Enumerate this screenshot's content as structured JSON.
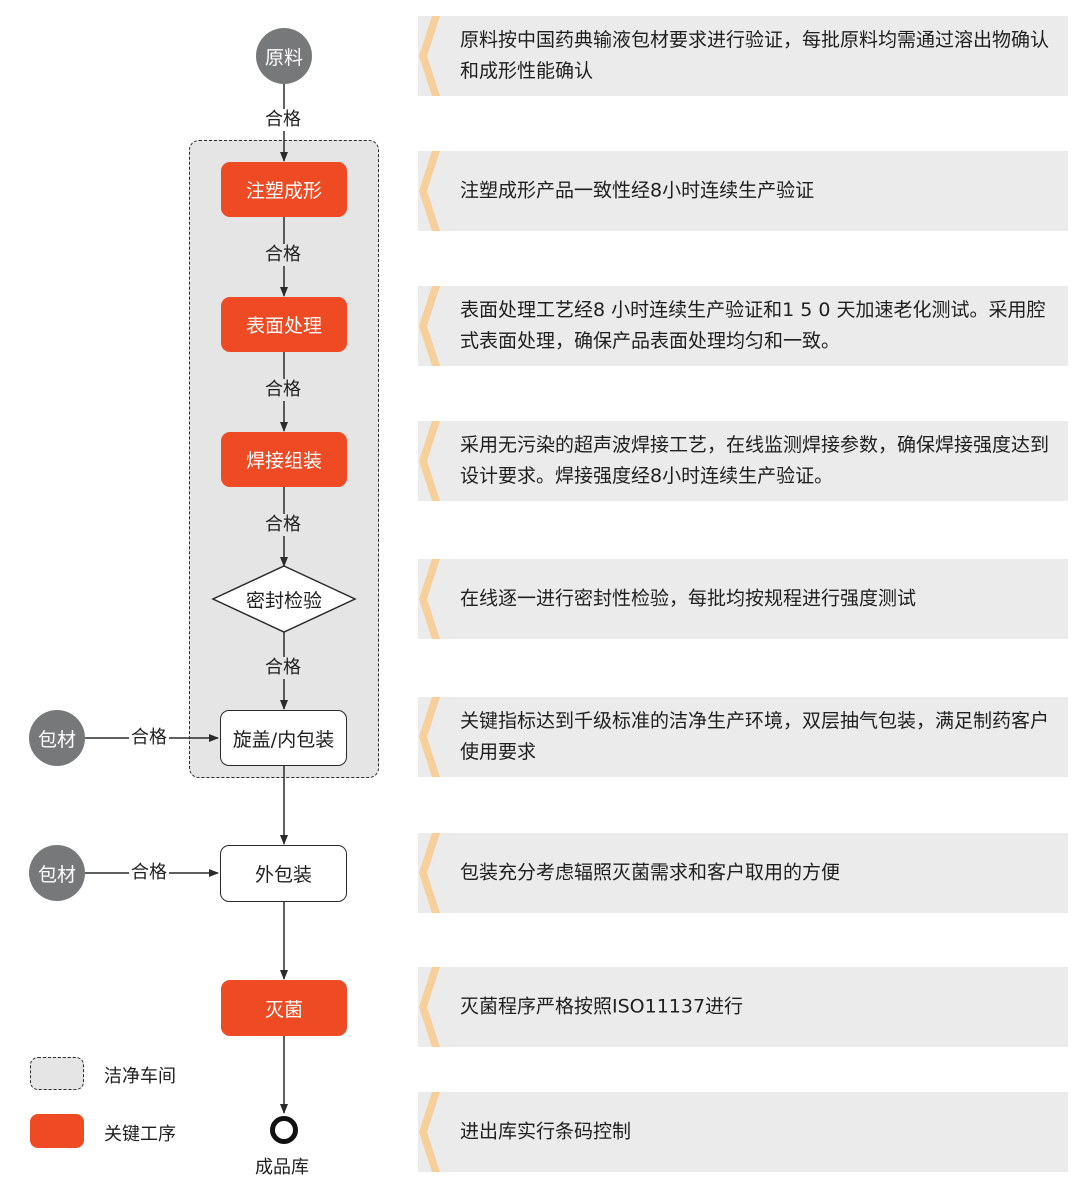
{
  "flow": {
    "raw_material": "原料",
    "qualified": "合格",
    "injection_molding": "注塑成形",
    "surface_treatment": "表面处理",
    "welding_assembly": "焊接组装",
    "seal_inspection": "密封检验",
    "capping_inner_packaging": "旋盖/内包装",
    "outer_packaging": "外包装",
    "sterilization": "灭菌",
    "packaging_material": "包材",
    "finished_warehouse": "成品库"
  },
  "notes": [
    "原料按中国药典输液包材要求进行验证，每批原料均需通过溶出物确认和成形性能确认",
    "注塑成形产品一致性经8小时连续生产验证",
    "表面处理工艺经8 小时连续生产验证和1 5 0 天加速老化测试。采用腔式表面处理，确保产品表面处理均匀和一致。",
    "采用无污染的超声波焊接工艺，在线监测焊接参数，确保焊接强度达到设计要求。焊接强度经8小时连续生产验证。",
    "在线逐一进行密封性检验，每批均按规程进行强度测试",
    "关键指标达到千级标准的洁净生产环境，双层抽气包装，满足制药客户使用要求",
    "包装充分考虑辐照灭菌需求和客户取用的方便",
    "灭菌程序严格按照ISO11137进行",
    "进出库实行条码控制"
  ],
  "legend": {
    "clean_room": "洁净车间",
    "key_process": "关键工序"
  },
  "colors": {
    "key_process": "#ee4a23",
    "raw_circle": "#777879",
    "clean_area": "#e5e5e6",
    "note_bg": "#ebebeb",
    "note_accent": "#f6cf9a"
  }
}
